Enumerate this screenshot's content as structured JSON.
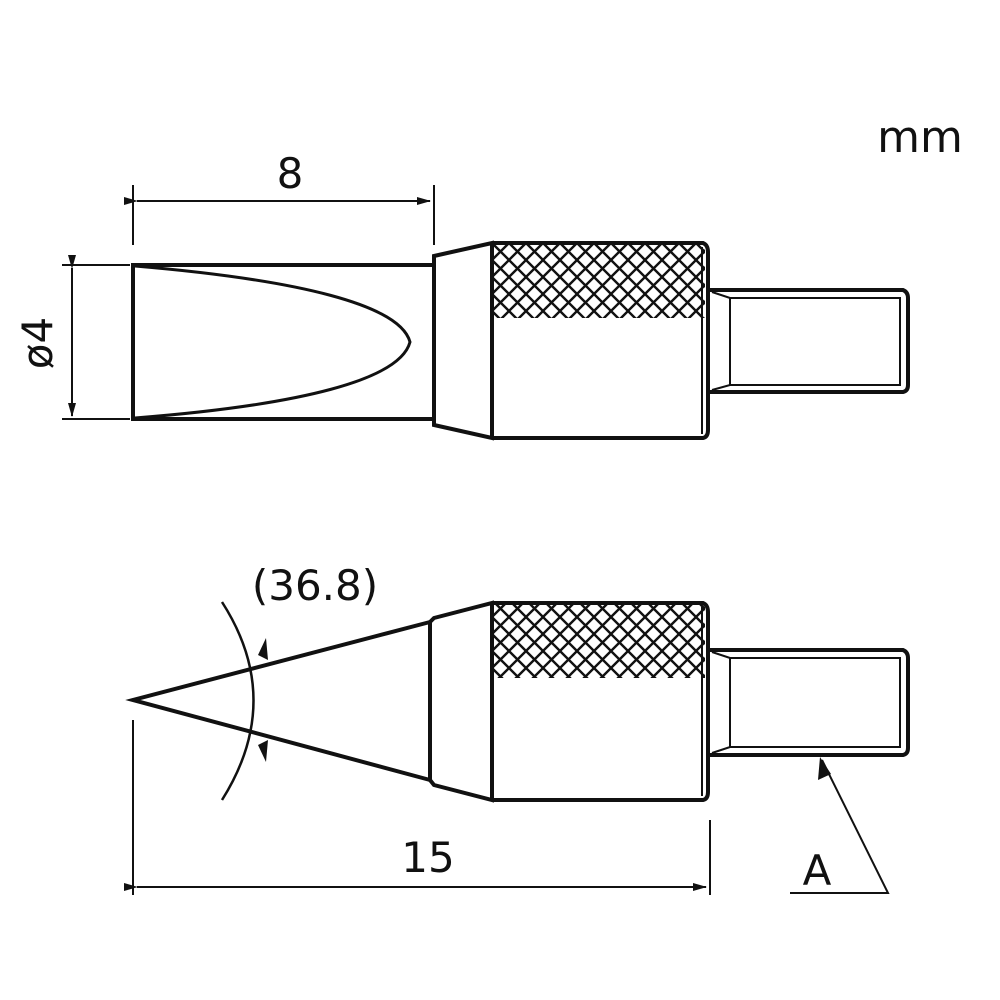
{
  "labels": {
    "unit": "mm",
    "length_top": "8",
    "diameter": "ø4",
    "angle": "(36.8)",
    "length_bottom": "15",
    "callout": "A"
  },
  "colors": {
    "line": "#111111",
    "background": "#ffffff"
  }
}
